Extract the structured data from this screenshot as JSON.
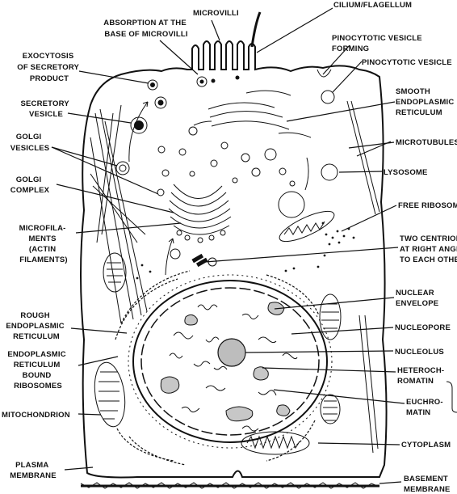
{
  "labels": {
    "absorption_microvilli": [
      "ABSORPTION AT THE",
      "BASE OF MICROVILLI"
    ],
    "microvilli": [
      "MICROVILLI"
    ],
    "cilium_flagellum": [
      "CILIUM/FLAGELLUM"
    ],
    "exocytosis": [
      "EXOCYTOSIS",
      "OF SECRETORY",
      "PRODUCT"
    ],
    "pinocytotic_forming": [
      "PINOCYTOTIC VESICLE",
      "FORMING"
    ],
    "pinocytotic_vesicle": [
      "PINOCYTOTIC VESICLE"
    ],
    "secretory_vesicle": [
      "SECRETORY",
      "VESICLE"
    ],
    "smooth_er": [
      "SMOOTH",
      "ENDOPLASMIC",
      "RETICULUM"
    ],
    "golgi_vesicles": [
      "GOLGI",
      "VESICLES"
    ],
    "microtubules": [
      "MICROTUBULES"
    ],
    "golgi_complex": [
      "GOLGI",
      "COMPLEX"
    ],
    "lysosome": [
      "LYSOSOME"
    ],
    "free_ribosomes": [
      "FREE RIBOSOMES"
    ],
    "microfilaments": [
      "MICROFILA-",
      "MENTS",
      "(ACTIN",
      "FILAMENTS)"
    ],
    "centrioles": [
      "TWO CENTRIOLES",
      "AT RIGHT ANGLES",
      "TO EACH OTHER"
    ],
    "nuclear_envelope": [
      "NUCLEAR",
      "ENVELOPE"
    ],
    "rough_er": [
      "ROUGH",
      "ENDOPLASMIC",
      "RETICULUM"
    ],
    "nucleopore": [
      "NUCLEOPORE"
    ],
    "er_bound_ribosomes": [
      "ENDOPLASMIC",
      "RETICULUM",
      "BOUND",
      "RIBOSOMES"
    ],
    "nucleolus": [
      "NUCLEOLUS"
    ],
    "heterochromatin": [
      "HETEROCH-",
      "ROMATIN"
    ],
    "mitochondrion": [
      "MITOCHONDRION"
    ],
    "euchromatin": [
      "EUCHRO-",
      "MATIN"
    ],
    "cytoplasm": [
      "CYTOPLASM"
    ],
    "plasma_membrane": [
      "PLASMA",
      "MEMBRANE"
    ],
    "basement_membrane": [
      "BASEMENT",
      "MEMBRANE"
    ]
  },
  "colors": {
    "ink": "#111111",
    "background": "#ffffff"
  }
}
